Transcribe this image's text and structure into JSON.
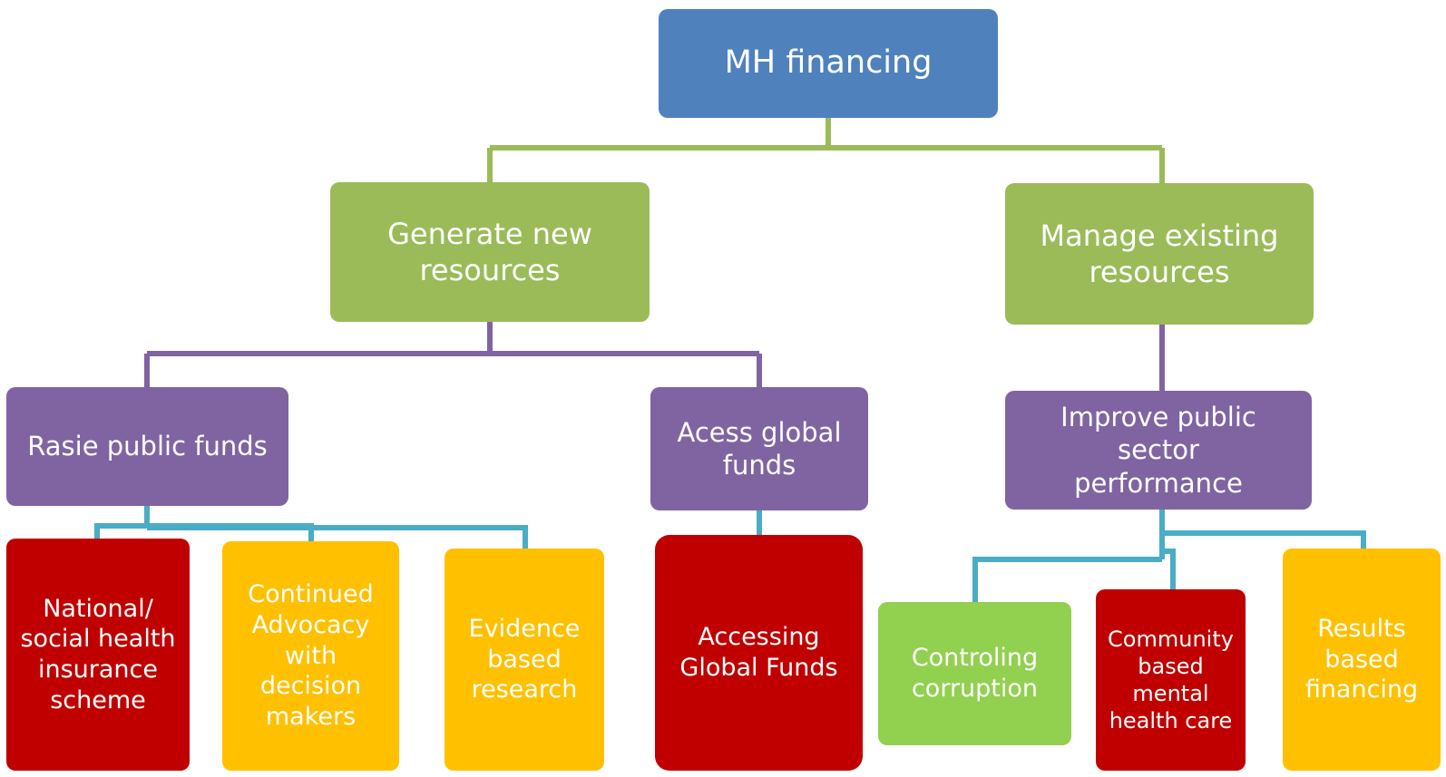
{
  "diagram": {
    "root": {
      "label": "MH financing"
    },
    "branches": [
      {
        "label": "Generate new\nresources"
      },
      {
        "label": "Manage existing\nresources"
      }
    ],
    "subbranches": [
      {
        "label": "Rasie public funds"
      },
      {
        "label": "Acess global\nfunds"
      },
      {
        "label": "Improve public sector\nperformance"
      }
    ],
    "leaves": [
      {
        "label": "National/\nsocial  health\ninsurance\nscheme"
      },
      {
        "label": "Continued\nAdvocacy\nwith decision\nmakers"
      },
      {
        "label": "Evidence\nbased\nresearch"
      },
      {
        "label": "Accessing\nGlobal Funds"
      },
      {
        "label": "Controling\ncorruption"
      },
      {
        "label": "Community\nbased\nmental\nhealth care"
      },
      {
        "label": "Results\nbased\nfinancing"
      }
    ]
  },
  "colors": {
    "root": "#4F81BD",
    "level1": "#9BBB59",
    "level2": "#8064A2",
    "leaf_red": "#C00000",
    "leaf_amber": "#FFC000",
    "leaf_green": "#92D050",
    "connector_green": "#9BBB59",
    "connector_purple": "#8064A2",
    "connector_teal": "#4BACC6"
  }
}
